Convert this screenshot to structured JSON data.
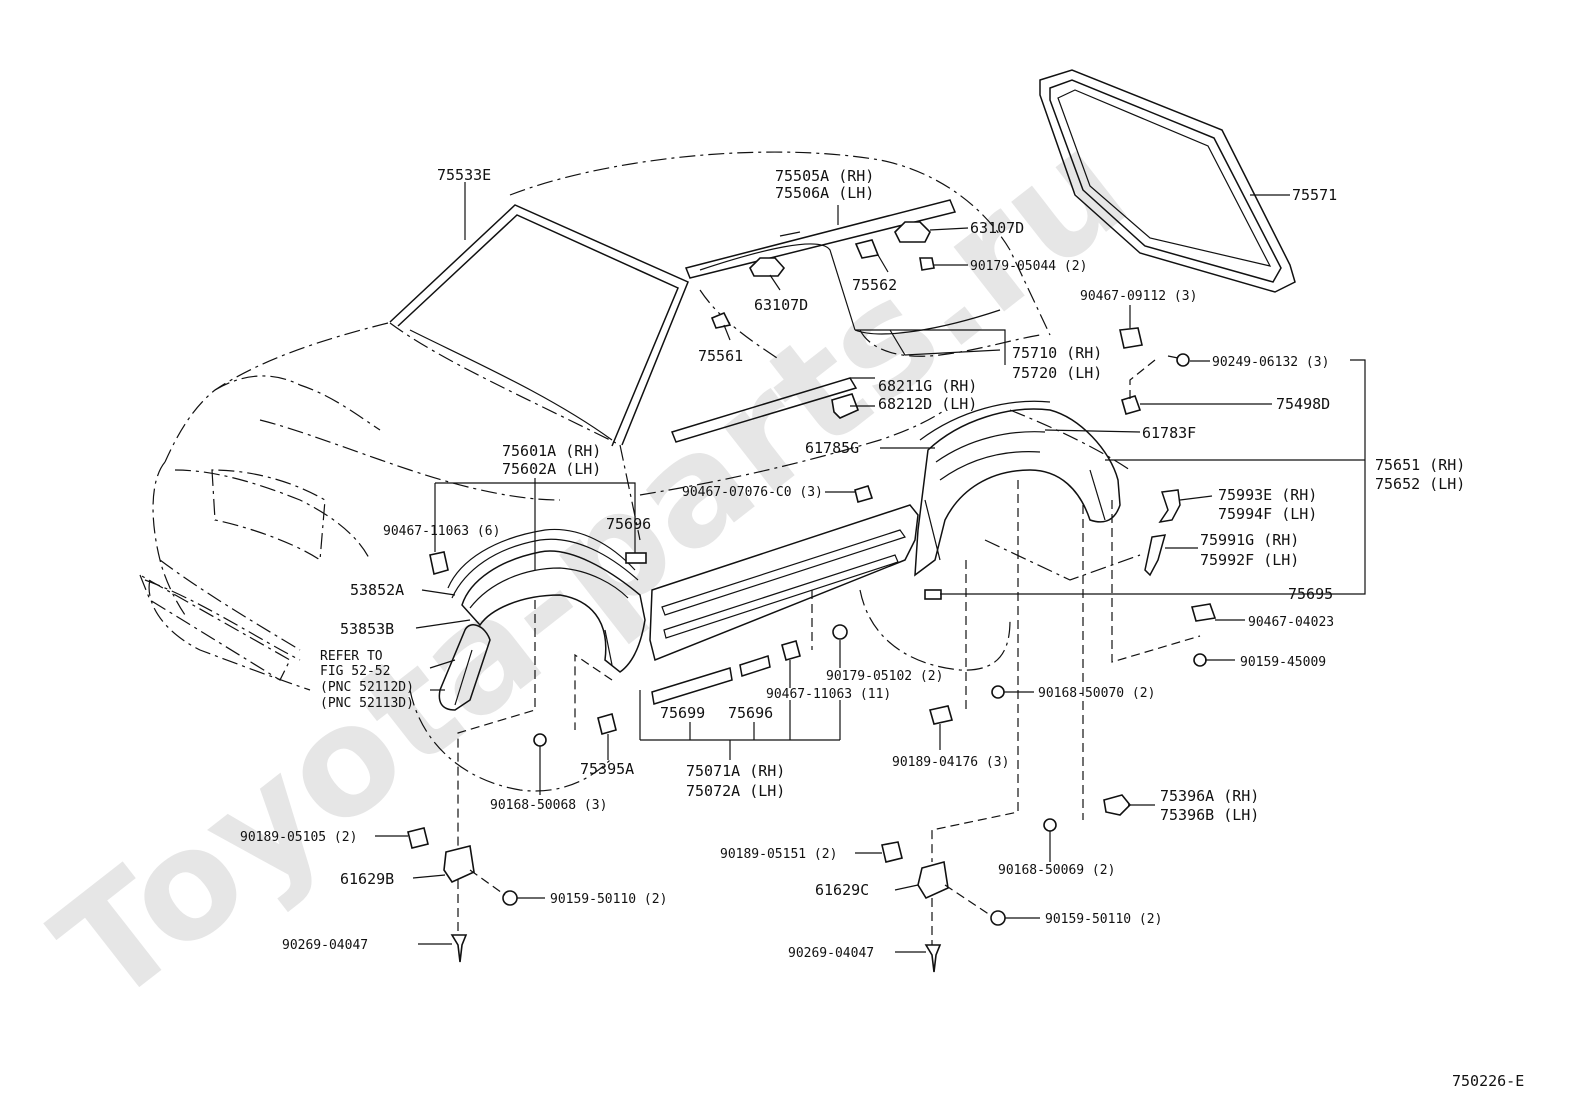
{
  "watermark": "Toyota-parts.ru",
  "diagram_code": "750226-E",
  "labels": {
    "p75533E": "75533E",
    "p75505A": "75505A (RH)",
    "p75506A": "75506A (LH)",
    "p63107D_top": "63107D",
    "p90179_05044": "90179-05044 (2)",
    "p75571": "75571",
    "p75562": "75562",
    "p63107D_mid": "63107D",
    "p75561": "75561",
    "p90467_09112": "90467-09112 (3)",
    "p90249_06132": "90249-06132 (3)",
    "p75710": "75710 (RH)",
    "p75720": "75720 (LH)",
    "p68211G": "68211G (RH)",
    "p68212D": "68212D (LH)",
    "p75498D": "75498D",
    "p61785G": "61785G",
    "p61783F": "61783F",
    "p75651": "75651 (RH)",
    "p75652": "75652 (LH)",
    "p75601A": "75601A (RH)",
    "p75602A": "75602A (LH)",
    "p90467_07076": "90467-07076-C0 (3)",
    "p75993E": "75993E (RH)",
    "p75994F": "75994F (LH)",
    "p90467_11063_6": "90467-11063 (6)",
    "p75696_top": "75696",
    "p75991G": "75991G (RH)",
    "p75992F": "75992F (LH)",
    "p53852A": "53852A",
    "p75695": "75695",
    "p53853B": "53853B",
    "p90467_04023": "90467-04023",
    "refer_1": "REFER TO",
    "refer_2": "FIG 52-52",
    "refer_3": "(PNC 52112D)",
    "refer_4": "(PNC 52113D)",
    "p90179_05102": "90179-05102 (2)",
    "p90159_45009": "90159-45009",
    "p90467_11063_11": "90467-11063 (11)",
    "p90168_50070": "90168-50070 (2)",
    "p75699": "75699",
    "p75696_bottom": "75696",
    "p75395A": "75395A",
    "p75071A": "75071A (RH)",
    "p75072A": "75072A (LH)",
    "p90189_04176": "90189-04176 (3)",
    "p90168_50068": "90168-50068 (3)",
    "p75396A": "75396A (RH)",
    "p75396B": "75396B (LH)",
    "p90189_05105": "90189-05105 (2)",
    "p90189_05151": "90189-05151 (2)",
    "p90168_50069": "90168-50069 (2)",
    "p61629B": "61629B",
    "p61629C": "61629C",
    "p90159_50110_left": "90159-50110 (2)",
    "p90159_50110_right": "90159-50110 (2)",
    "p90269_04047_left": "90269-04047",
    "p90269_04047_right": "90269-04047"
  }
}
